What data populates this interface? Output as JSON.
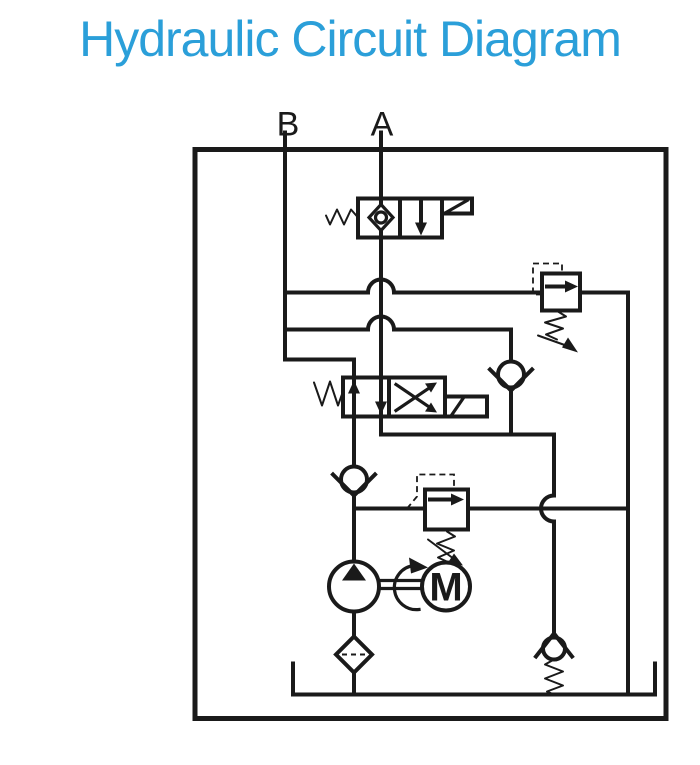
{
  "title": "Hydraulic Circuit Diagram",
  "ports": {
    "b": "B",
    "a": "A"
  },
  "motor": {
    "label": "M"
  },
  "colors": {
    "accent": "#2B9FD9",
    "ink": "#1a1a1a",
    "background": "#ffffff"
  }
}
